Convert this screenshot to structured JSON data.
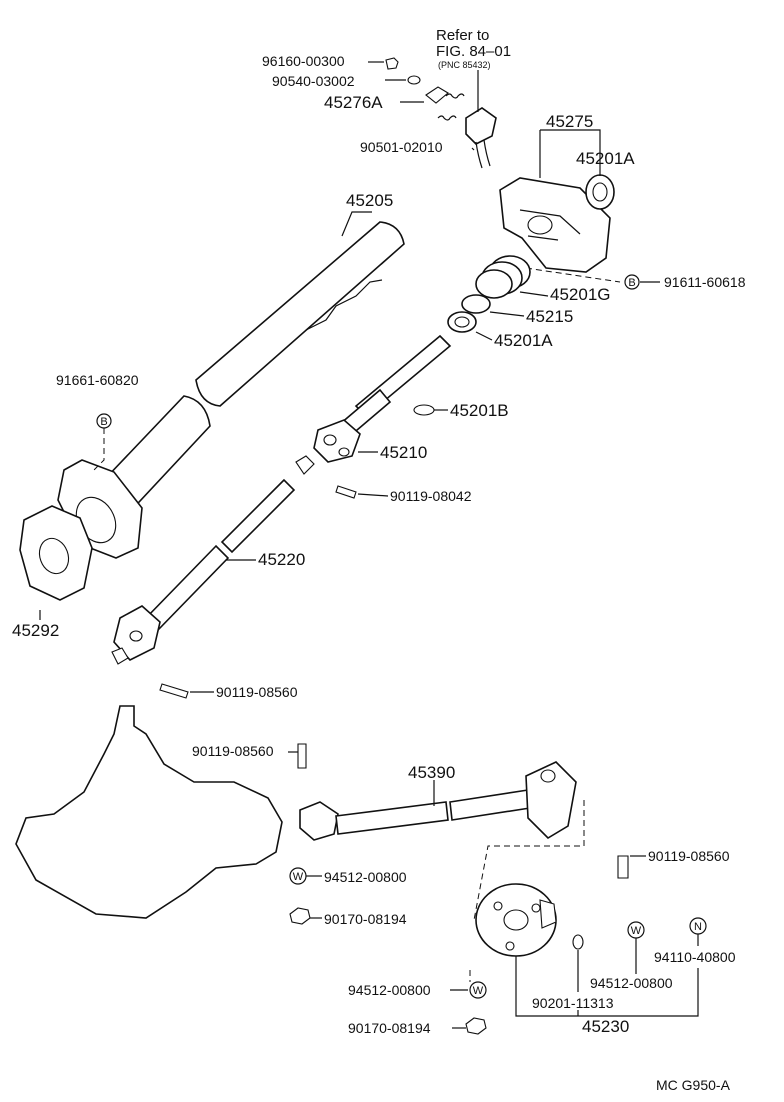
{
  "reference": {
    "line1": "Refer to",
    "line2": "FIG. 84–01",
    "line3": "(PNC 85432)"
  },
  "figure_code": "MC  G950-A",
  "labels": {
    "p96160": "96160-00300",
    "p90540": "90540-03002",
    "p45276A": "45276A",
    "p90501": "90501-02010",
    "p45275": "45275",
    "p45201A_top": "45201A",
    "p91611": "91611-60618",
    "p45201G": "45201G",
    "p45215": "45215",
    "p45201A_mid": "45201A",
    "p45201B": "45201B",
    "p45210": "45210",
    "p90119_08042": "90119-08042",
    "p45205": "45205",
    "p91661": "91661-60820",
    "p45220": "45220",
    "p45292": "45292",
    "p90119_a": "90119-08560",
    "p90119_b": "90119-08560",
    "p45390": "45390",
    "p90119_c": "90119-08560",
    "p94512_a": "94512-00800",
    "p90170_a": "90170-08194",
    "p94110": "94110-40800",
    "p94512_b": "94512-00800",
    "p90201": "90201-11313",
    "p94512_c": "94512-00800",
    "p90170_b": "90170-08194",
    "p45230": "45230"
  },
  "marks": {
    "b": "B",
    "w": "W",
    "n": "N"
  }
}
